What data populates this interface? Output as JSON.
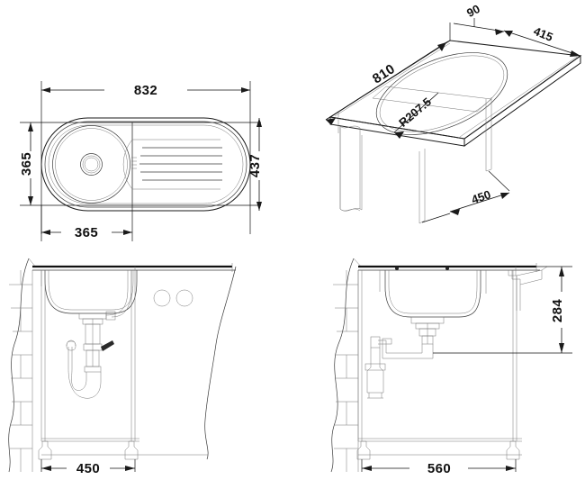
{
  "drawing": {
    "title": "Kitchen sink installation technical drawing",
    "units": "mm",
    "line_color": "#1a1a1a",
    "background": "#ffffff"
  },
  "views": {
    "top_view": {
      "name": "Sink top view",
      "dimensions": {
        "overall_width": "832",
        "overall_depth": "437",
        "bowl_depth": "365",
        "bowl_width": "365"
      },
      "features": {
        "drain_label": "drain-hole",
        "drainer_grooves": 5,
        "drainer_ticks": 4
      }
    },
    "isometric_view": {
      "name": "Worktop cutout isometric view",
      "dimensions": {
        "cutout_length": "810",
        "edge_offset": "90",
        "cutout_width": "415",
        "corner_radius": "R207.5",
        "cabinet_depth": "450"
      }
    },
    "section_front": {
      "name": "Front section through cabinet",
      "dimensions": {
        "cabinet_width": "450"
      },
      "features": {
        "wall": "brick-wall",
        "tap_holes": 2,
        "trap": "p-trap"
      }
    },
    "section_side": {
      "name": "Side section through cabinet",
      "dimensions": {
        "bowl_height": "284",
        "cabinet_depth": "560"
      },
      "features": {
        "wall": "brick-wall",
        "trap": "bottle-trap"
      }
    }
  }
}
